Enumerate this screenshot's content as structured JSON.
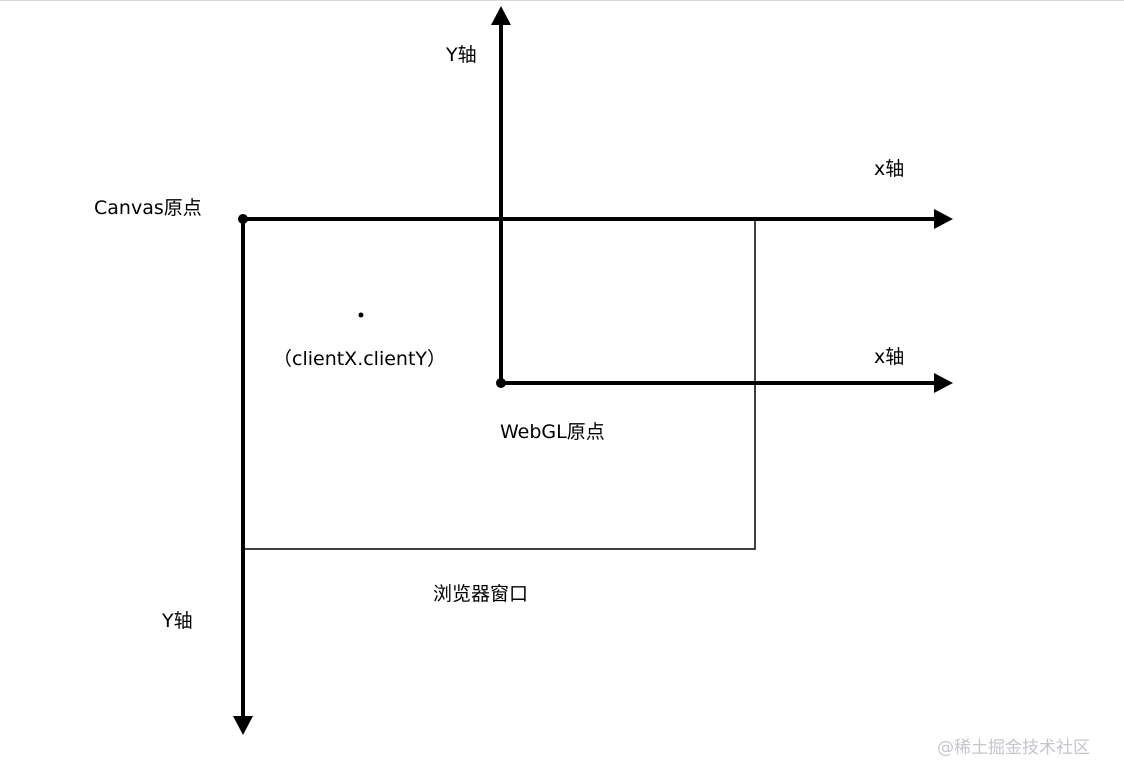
{
  "labels": {
    "webgl_y_axis": "Y轴",
    "webgl_x_axis_top": "x轴",
    "canvas_origin": "Canvas原点",
    "client_point": "（clientX.clientY）",
    "webgl_x_axis": "x轴",
    "webgl_origin": "WebGL原点",
    "browser_window": "浏览器窗口",
    "canvas_y_axis": "Y轴"
  },
  "watermark": {
    "text": "@稀土掘金技术社区"
  },
  "colors": {
    "line": "#000000",
    "border_top": "#d9d9d9",
    "watermark": "#c4c6cc"
  }
}
